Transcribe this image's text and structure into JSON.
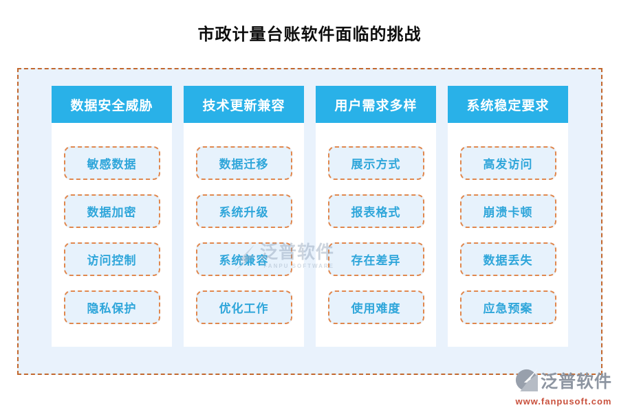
{
  "title": "市政计量台账软件面临的挑战",
  "columns": [
    {
      "header": "数据安全威胁",
      "items": [
        "敏感数据",
        "数据加密",
        "访问控制",
        "隐私保护"
      ]
    },
    {
      "header": "技术更新兼容",
      "items": [
        "数据迁移",
        "系统升级",
        "系统兼容",
        "优化工作"
      ]
    },
    {
      "header": "用户需求多样",
      "items": [
        "展示方式",
        "报表格式",
        "存在差异",
        "使用难度"
      ]
    },
    {
      "header": "系统稳定要求",
      "items": [
        "高发访问",
        "崩溃卡顿",
        "数据丢失",
        "应急预案"
      ]
    }
  ],
  "watermark": {
    "text": "泛普软件",
    "subtext": "FANPU SOFTWARE"
  },
  "brand": {
    "name": "泛普软件",
    "url": "www.fanpusoft.com"
  },
  "colors": {
    "header_blue": "#29b1e8",
    "item_text_blue": "#2fa6da",
    "item_bg": "#e7f2fc",
    "item_dash_border": "#e0874d",
    "board_bg": "#e9f2fc",
    "board_dash_border": "#c2672d",
    "title_text": "#0d0d0d",
    "brand_gray": "#8d95a1",
    "brand_url_red": "#c9503c"
  }
}
